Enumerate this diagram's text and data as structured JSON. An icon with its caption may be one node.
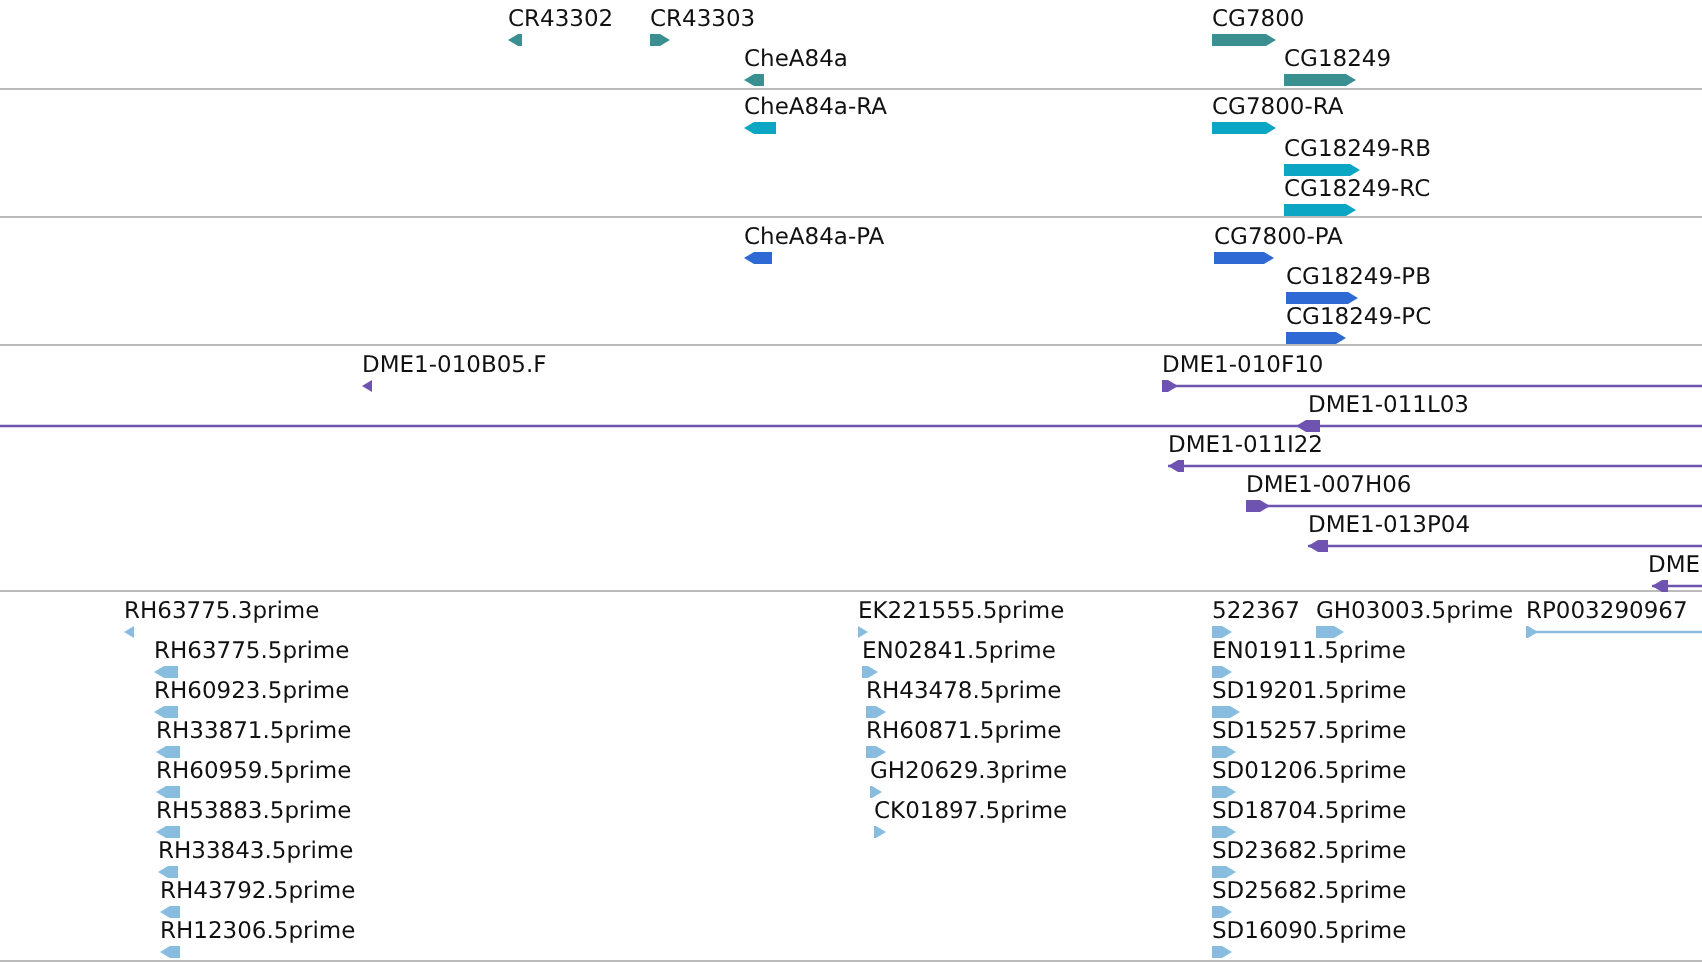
{
  "diagram": {
    "labels": [
      "CR43302",
      "CR43303",
      "CG7800",
      "CheA84a",
      "CG18249",
      "CheA84a-RA",
      "CG7800-RA",
      "CG18249-RB",
      "CG18249-RC",
      "CheA84a-PA",
      "CG7800-PA",
      "CG18249-PB",
      "CG18249-PC",
      "DME1-010B05.F",
      "DME1-010F10",
      "DME1-011L03",
      "DME1-011I22",
      "DME1-007H06",
      "DME1-013P04",
      "DME",
      "RH63775.3prime",
      "EK221555.5prime",
      "522367",
      "GH03003.5prime",
      "RP003290967",
      "RH63775.5prime",
      "EN02841.5prime",
      "EN01911.5prime",
      "RH60923.5prime",
      "RH43478.5prime",
      "SD19201.5prime",
      "RH33871.5prime",
      "RH60871.5prime",
      "SD15257.5prime",
      "RH60959.5prime",
      "GH20629.3prime",
      "SD01206.5prime",
      "RH53883.5prime",
      "CK01897.5prime",
      "SD18704.5prime",
      "RH33843.5prime",
      "SD23682.5prime",
      "RH43792.5prime",
      "SD25682.5prime",
      "RH12306.5prime",
      "SD16090.5prime"
    ]
  }
}
